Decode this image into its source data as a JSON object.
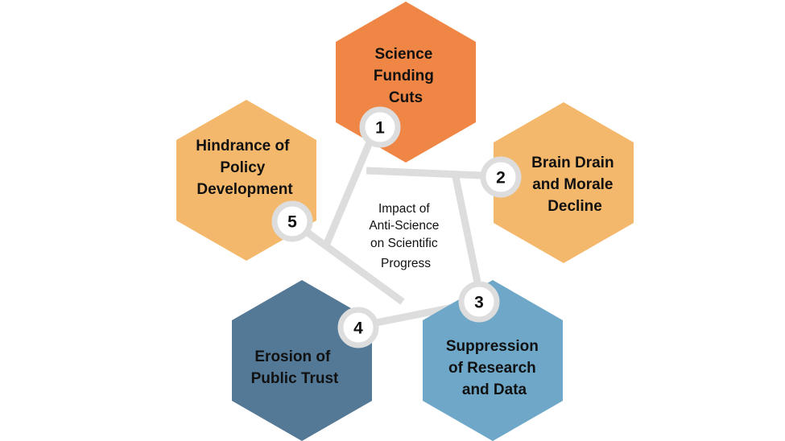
{
  "diagram": {
    "center": {
      "lines": [
        "Impact of",
        "Anti-Science",
        "on Scientific",
        "Progress"
      ]
    },
    "items": [
      {
        "number": "1",
        "lines": [
          "Science",
          "Funding",
          "Cuts"
        ],
        "color": "#EF8645"
      },
      {
        "number": "2",
        "lines": [
          "Brain Drain",
          "and Morale",
          "Decline"
        ],
        "color": "#F4B86C"
      },
      {
        "number": "3",
        "lines": [
          "Suppression",
          "of Research",
          "and Data"
        ],
        "color": "#6EA7C7"
      },
      {
        "number": "4",
        "lines": [
          "Erosion of",
          "Public Trust"
        ],
        "color": "#537997"
      },
      {
        "number": "5",
        "lines": [
          "Hindrance of",
          "Policy",
          "Development"
        ],
        "color": "#F4B86C"
      }
    ],
    "connector_color": "#DDDDDD",
    "badge_fill": "#FFFFFF",
    "badge_ring": "#DDDDDD"
  }
}
